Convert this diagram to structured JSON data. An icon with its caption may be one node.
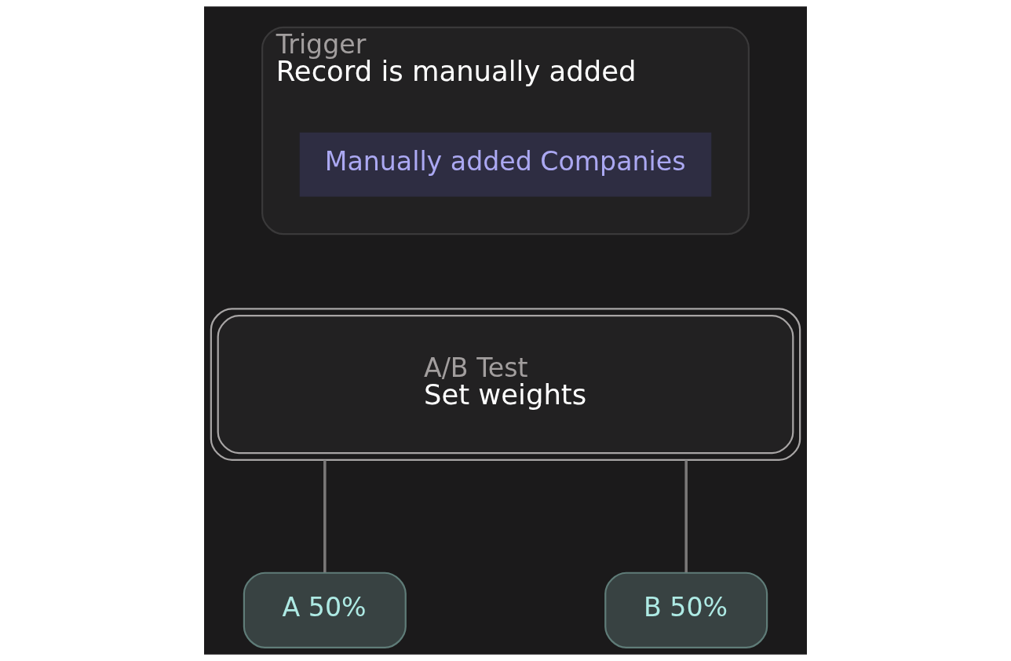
{
  "diagram": {
    "nodes": [
      {
        "text": [
          "Trigger",
          "Record is manually added"
        ]
      },
      {
        "text": [
          "Manually added Companies"
        ],
        "in": 0
      },
      {
        "text": [
          "A/B Test",
          "Set weights"
        ]
      },
      {
        "text": [
          "A 50%"
        ]
      },
      {
        "text": [
          "B 50%"
        ]
      }
    ],
    "edges": [
      {
        "from": 2,
        "to": 3,
        "arrow": "none"
      },
      {
        "from": 2,
        "to": 4,
        "arrow": "none"
      }
    ]
  }
}
